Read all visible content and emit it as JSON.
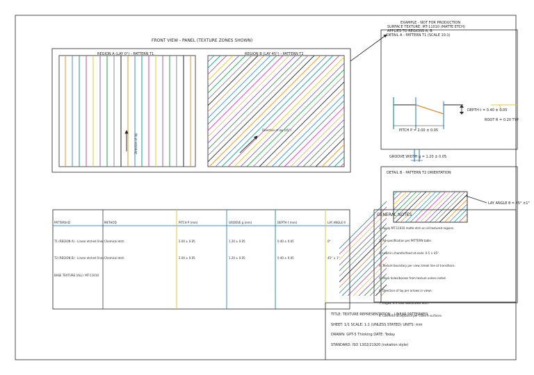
{
  "note": {
    "line1": "EXAMPLE - NOT FOR PRODUCTION",
    "line2": "SURFACE TEXTURE: MT-11010 (MATTE ETCH)",
    "line3": "APPLIES TO REGIONS A, B"
  },
  "front_view": {
    "title": "FRONT VIEW - PANEL (TEXTURE ZONES SHOWN)",
    "region_a_label": "REGION A (LAY 0°) - PATTERN T1",
    "region_b_label": "REGION B (LAY 45°) - PATTERN T2",
    "lay_a_label": "Direction of lay",
    "lay_b_label": "Direction of lay (45°)"
  },
  "detail_a": {
    "title": "DETAIL A - PATTERN T1 (SCALE 10:1)",
    "depth_label": "DEPTH t = 0.40 ± 0.05",
    "root_label": "ROOT R = 0.20 TYP",
    "pitch_label": "PITCH P = 2.00 ± 0.05",
    "groove_label": "GROOVE WIDTH g = 1.20 ± 0.05"
  },
  "detail_b": {
    "title": "DETAIL B - PATTERN T2 ORIENTATION",
    "lay_angle_label": "LAY ANGLE θ = 45° ±1°"
  },
  "table": {
    "headers": [
      "PATTERN ID",
      "METHOD",
      "PITCH P (mm)",
      "GROOVE g (mm)",
      "DEPTH t (mm)",
      "LAY ANGLE θ"
    ],
    "rows": [
      [
        "T1 (REGION A) - Linear etched lines",
        "Chemical etch",
        "2.00 ± 0.05",
        "1.20 ± 0.05",
        "0.40 ± 0.05",
        "0°"
      ],
      [
        "T2 (REGION B) - Linear etched lines",
        "Chemical etch",
        "2.00 ± 0.05",
        "1.20 ± 0.05",
        "0.40 ± 0.05",
        "45° ± 1°"
      ]
    ],
    "base_texture": "BASE TEXTURE (ALL): MT-11010"
  },
  "general_notes": {
    "title": "GENERAL NOTES",
    "items": [
      "1. Apply MT-11010 matte etch on all textured regions.",
      "2. All specification per PATTERN table.",
      "3. Lead-in chamfer/feed at ends: 0.5 × 45°.",
      "4. Texture boundary per view; break line at transitions.",
      "5. Mask holes/bosses from texture unless noted.",
      "6. Direction of lay per arrows in views.",
      "7. Edges: 0.3 max radius after etch.",
      "8. Cosmetic acceptance per Class A surfaces."
    ]
  },
  "title_block": {
    "title": "TITLE: TEXTURE REPRESENTATION - LINEAR PATTERNED",
    "sheet": "SHEET: 1/1    SCALE: 1:1 (UNLESS STATED)    UNITS: mm",
    "drawn": "DRAWN: GPT-5 Thinking    DATE: Today",
    "standard": "STANDARD: ISO 1302/21920 (notation style)"
  },
  "colors": {
    "stroke": "#222222",
    "orange": "#e8902a",
    "blue": "#3b8fd0",
    "teal": "#1a9a8a",
    "pink": "#d9409a",
    "yellow": "#e2c83a",
    "purple": "#8a5cc9",
    "green": "#2a9d4a",
    "gray": "#888888"
  }
}
